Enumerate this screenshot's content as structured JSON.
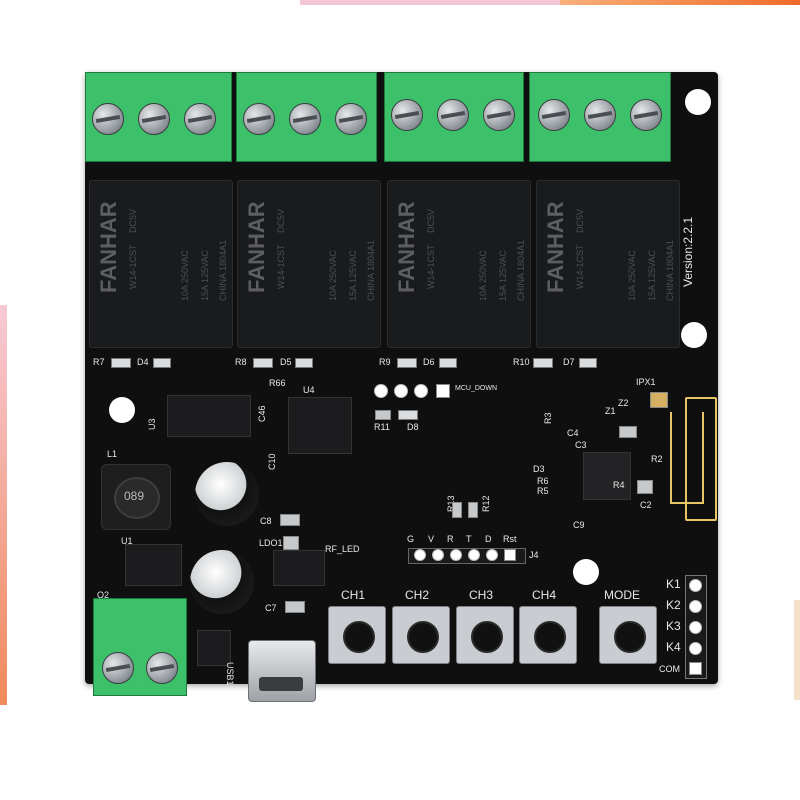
{
  "image": {
    "subject": "4-channel relay module PCB",
    "version_label": "Version:2.2.1"
  },
  "relays": [
    {
      "brand": "FANHAR",
      "model": "W14-1CST",
      "voltage": "DC5V",
      "rating1": "10A 250VAC",
      "rating2": "15A 125VAC",
      "origin": "CHINA 1804A1",
      "rlabel": "R7",
      "dlabel": "D4"
    },
    {
      "brand": "FANHAR",
      "model": "W14-1CST",
      "voltage": "DC5V",
      "rating1": "10A 250VAC",
      "rating2": "15A 125VAC",
      "origin": "CHINA 1804A1",
      "rlabel": "R8",
      "dlabel": "D5"
    },
    {
      "brand": "FANHAR",
      "model": "W14-1CST",
      "voltage": "DC5V",
      "rating1": "10A 250VAC",
      "rating2": "15A 125VAC",
      "origin": "CHINA 1804A1",
      "rlabel": "R9",
      "dlabel": "D6"
    },
    {
      "brand": "FANHAR",
      "model": "W14-1CST",
      "voltage": "DC5V",
      "rating1": "10A 250VAC",
      "rating2": "15A 125VAC",
      "origin": "CHINA 1804A1",
      "rlabel": "R10",
      "dlabel": "D7"
    }
  ],
  "labels": {
    "u3": "U3",
    "u4": "U4",
    "r66": "R66",
    "c46": "C46",
    "c10": "C10",
    "mcu_down": "MCU_DOWN",
    "r11": "R11",
    "d8": "D8",
    "l1": "L1",
    "u1": "U1",
    "q2": "Q2",
    "c8": "C8",
    "ldo1": "LDO1",
    "rf_led": "RF_LED",
    "c7": "C7",
    "usb1": "USB1",
    "ipx1": "IPX1",
    "z1": "Z1",
    "z2": "Z2",
    "r3": "R3",
    "r4": "R4",
    "c3": "C3",
    "c4": "C4",
    "d3": "D3",
    "r6": "R6",
    "r5": "R5",
    "r2": "R2",
    "c2": "C2",
    "c9": "C9",
    "r13": "R13",
    "r12": "R12",
    "j4": "J4",
    "inductor": "089"
  },
  "header_pins": [
    "G",
    "V",
    "R",
    "T",
    "D",
    "Rst"
  ],
  "buttons": [
    "CH1",
    "CH2",
    "CH3",
    "CH4",
    "MODE"
  ],
  "k_pins": [
    "K1",
    "K2",
    "K3",
    "K4",
    "COM"
  ]
}
